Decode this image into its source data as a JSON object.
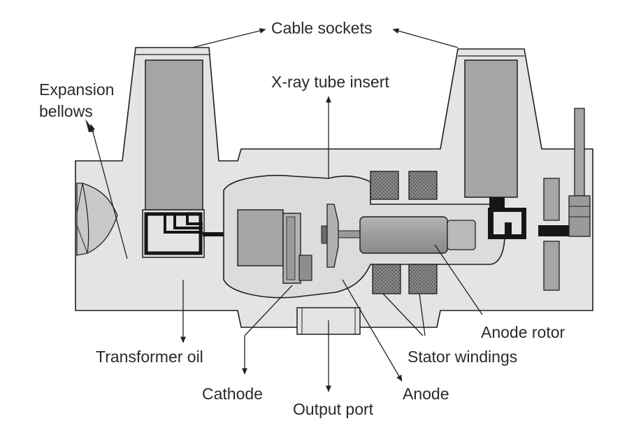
{
  "labels": {
    "cable_sockets": "Cable sockets",
    "expansion_bellows_line1": "Expansion",
    "expansion_bellows_line2": "bellows",
    "xray_tube_insert": "X-ray tube insert",
    "transformer_oil": "Transformer oil",
    "cathode": "Cathode",
    "output_port": "Output port",
    "anode": "Anode",
    "stator_windings": "Stator windings",
    "anode_rotor": "Anode rotor"
  },
  "colors": {
    "background": "#ffffff",
    "outline": "#1e1e1e",
    "housing_fill": "#e4e4e4",
    "component_fill": "#a5a5a5",
    "dark_fill": "#161616",
    "winding_fill": "#6f6f6f",
    "text": "#2a2a2a"
  }
}
